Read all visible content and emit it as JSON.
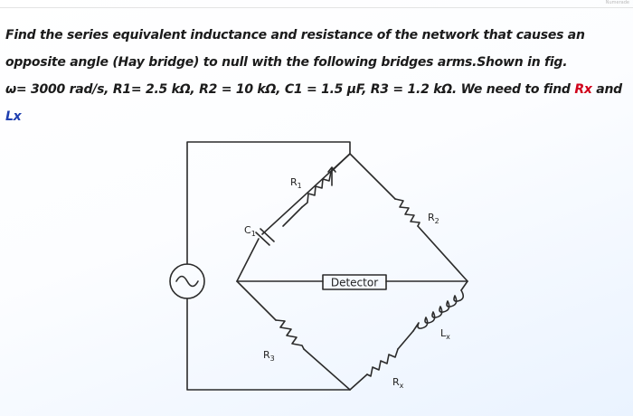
{
  "header": {
    "watermark": "Numerade"
  },
  "problem": {
    "line1": "Find the series equivalent inductance and resistance of the network that causes an",
    "line2": "opposite angle (Hay bridge) to null with the following bridges arms.Shown in fig.",
    "line3_pre": "ω= 3000 rad/s,  R1= 2.5 kΩ, R2 = 10 kΩ, C1 = 1.5 μF, R3 = 1.2 kΩ. We need to find ",
    "line3_rx": "Rx",
    "line3_and": " and",
    "line4_lx": "Lx"
  },
  "circuit": {
    "detector_label": "Detector",
    "labels": {
      "r1": "R",
      "r1_sub": "1",
      "r2": "R",
      "r2_sub": "2",
      "c1": "C",
      "c1_sub": "1",
      "r3": "R",
      "r3_sub": "3",
      "lx": "L",
      "lx_sub": "x",
      "rx": "R",
      "rx_sub": "x"
    },
    "colors": {
      "wire": "#2b2b2b",
      "text": "#1b1b1b",
      "accent_red": "#d0021b",
      "accent_blue": "#1f3fb0"
    }
  }
}
